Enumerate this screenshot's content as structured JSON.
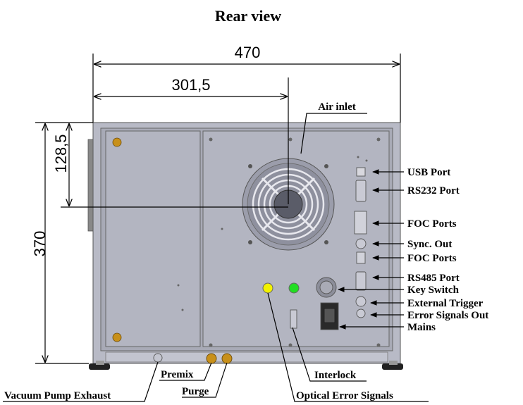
{
  "title": "Rear view",
  "dimensions": {
    "width": "470",
    "fan_offset": "301,5",
    "height": "370",
    "fan_height": "128,5"
  },
  "labels": {
    "air_inlet": "Air inlet",
    "usb_port": "USB Port",
    "rs232_port": "RS232 Port",
    "foc_ports_1": "FOC Ports",
    "sync_out": "Sync. Out",
    "foc_ports_2": "FOC Ports",
    "rs485_port": "RS485 Port",
    "key_switch": "Key Switch",
    "external_trigger": "External Trigger",
    "error_signals_out": "Error Signals Out",
    "mains": "Mains",
    "premix": "Premix",
    "purge": "Purge",
    "vacuum_pump_exhaust": "Vacuum Pump Exhaust",
    "interlock": "Interlock",
    "optical_error_signals": "Optical Error Signals"
  },
  "colors": {
    "housing": "#b8bac6",
    "indicator_yellow": "#f2f200",
    "indicator_green": "#22dd22",
    "connector_brass": "#c8901a"
  }
}
